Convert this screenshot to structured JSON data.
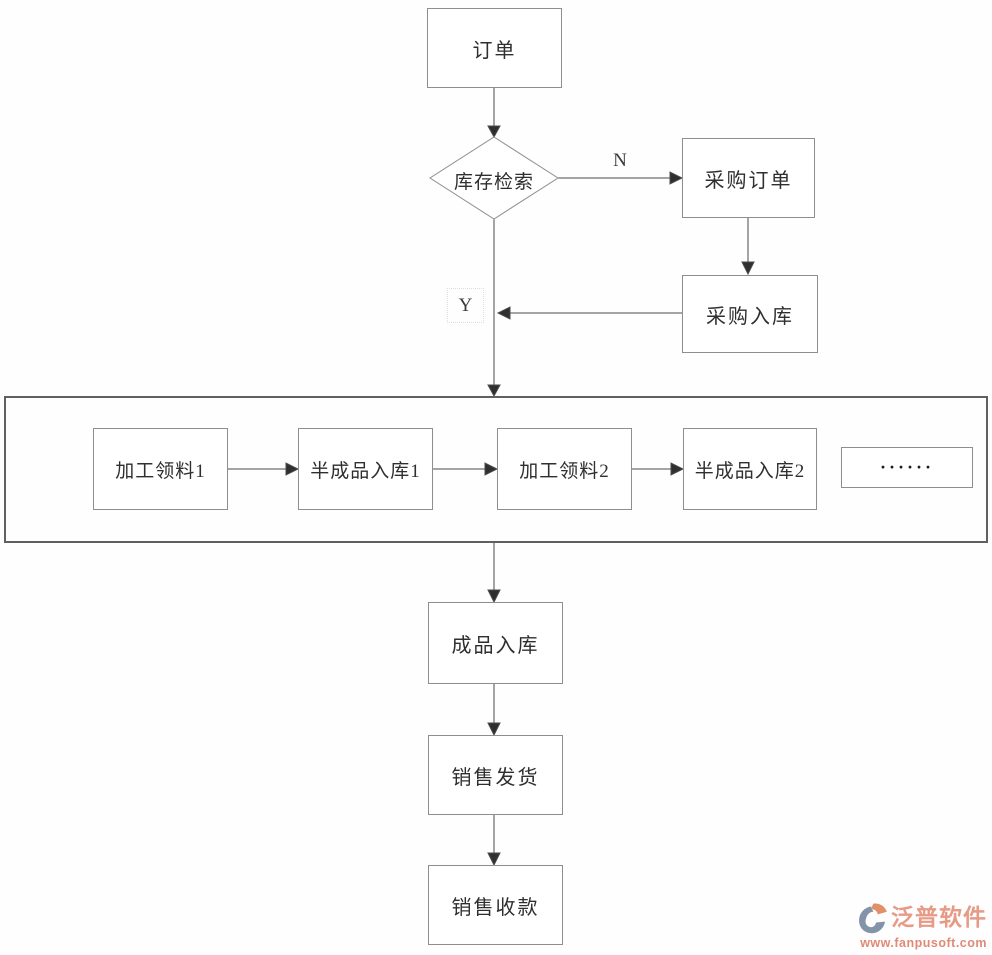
{
  "diagram": {
    "title": "order-to-sales-flowchart",
    "nodes": {
      "order": {
        "label": "订单"
      },
      "inventory_check": {
        "label": "库存检索",
        "shape": "diamond"
      },
      "purchase_order": {
        "label": "采购订单"
      },
      "purchase_receipt": {
        "label": "采购入库"
      },
      "process_picking_1": {
        "label": "加工领料1"
      },
      "semi_finished_in_1": {
        "label": "半成品入库1"
      },
      "process_picking_2": {
        "label": "加工领料2"
      },
      "semi_finished_in_2": {
        "label": "半成品入库2"
      },
      "ellipsis": {
        "label": "······"
      },
      "finished_goods_in": {
        "label": "成品入库"
      },
      "sales_delivery": {
        "label": "销售发货"
      },
      "sales_collection": {
        "label": "销售收款"
      }
    },
    "edge_labels": {
      "no": "N",
      "yes": "Y"
    }
  },
  "watermark": {
    "brand": "泛普软件",
    "website": "www.fanpusoft.com"
  },
  "colors": {
    "line": "#4a4a4a",
    "node_border": "#8e8e8e",
    "container_border": "#606060",
    "text": "#2f2f2f",
    "brand_text": "#e79a86",
    "brand_site": "#e08a76",
    "icon_slate": "#8494a8",
    "icon_orange": "#e2906a"
  }
}
